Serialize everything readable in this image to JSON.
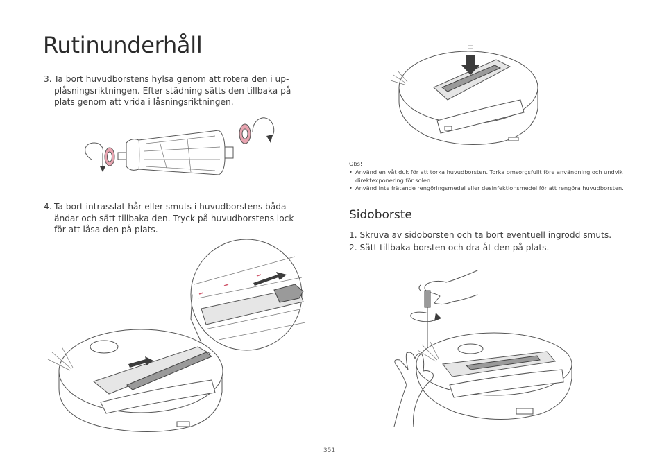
{
  "page": {
    "title": "Rutinunderhåll",
    "page_number": "351"
  },
  "steps": [
    {
      "number": "3.",
      "text": "Ta bort huvudborstens hylsa genom att rotera den i up-plåsningsriktningen. Efter städning sätts den tillbaka på plats genom att vrida i låsningsriktningen."
    },
    {
      "number": "4.",
      "text": "Ta bort intrasslat hår eller smuts i huvudborstens båda ändar och sätt tillbaka den. Tryck på huvudborstens lock för att låsa den på plats."
    }
  ],
  "note": {
    "title": "Obs!",
    "bullet_glyph": "•",
    "items": [
      "Använd en våt duk för att torka huvudborsten. Torka omsorgsfullt före användning och undvik direktexponering för solen.",
      "Använd inte frätande rengöringsmedel eller desinfektionsmedel för att rengöra huvudborsten."
    ]
  },
  "side_brush": {
    "heading": "Sidoborste",
    "steps": [
      "1. Skruva av sidoborsten och ta bort eventuell ingrodd smuts.",
      "2. Sätt tillbaka borsten och dra åt den på plats."
    ]
  },
  "colors": {
    "text": "#3a3a3a",
    "line": "#555555",
    "accent_pink": "#e8a4b0",
    "arrow_fill": "#3c3c3c"
  },
  "illustrations": {
    "brush_caps": "main-brush-with-end-caps-rotation-arrows",
    "robot_top_arrow": "robot-brush-cover-press-down",
    "robot_zoom": "robot-brush-removal-zoom",
    "robot_screwdriver": "robot-side-brush-screwdriver"
  }
}
